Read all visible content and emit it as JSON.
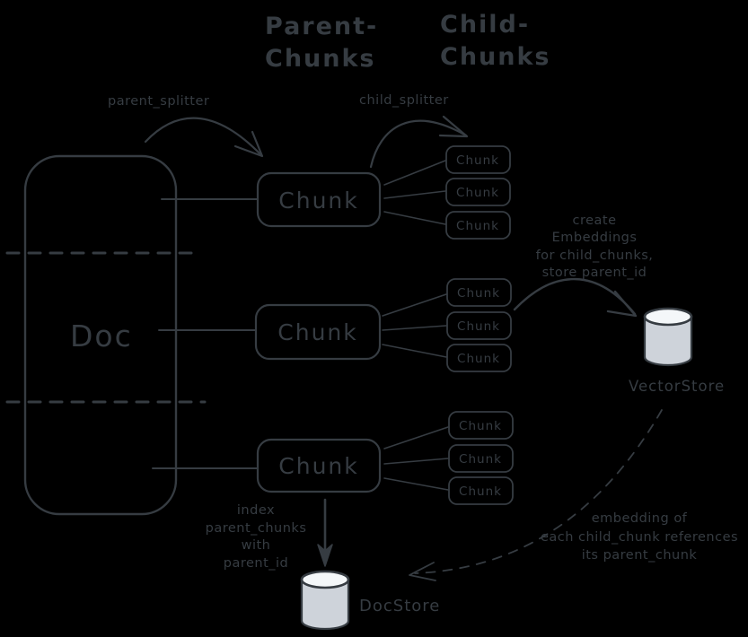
{
  "headers": {
    "parent": [
      "Parent-",
      "Chunks"
    ],
    "child": [
      "Child-",
      "Chunks"
    ]
  },
  "labels": {
    "parent_splitter": "parent_splitter",
    "child_splitter": "child_splitter",
    "doc": "Doc",
    "parent_chunk": "Chunk",
    "child_chunk": "Chunk",
    "vector_store": "VectorStore",
    "doc_store": "DocStore"
  },
  "annotations": {
    "create_embeddings": [
      "create",
      "Embeddings",
      "for child_chunks,",
      "store parent_id"
    ],
    "index_parent": [
      "index",
      "parent_chunks",
      "with",
      "parent_id"
    ],
    "embedding_ref": [
      "embedding of",
      "each child_chunk references",
      "its parent_chunk"
    ]
  },
  "colors": {
    "stroke": "#363c42",
    "background": "#000000",
    "cylinder_fill": "#ced3da",
    "cylinder_top": "#f4f7f9"
  }
}
